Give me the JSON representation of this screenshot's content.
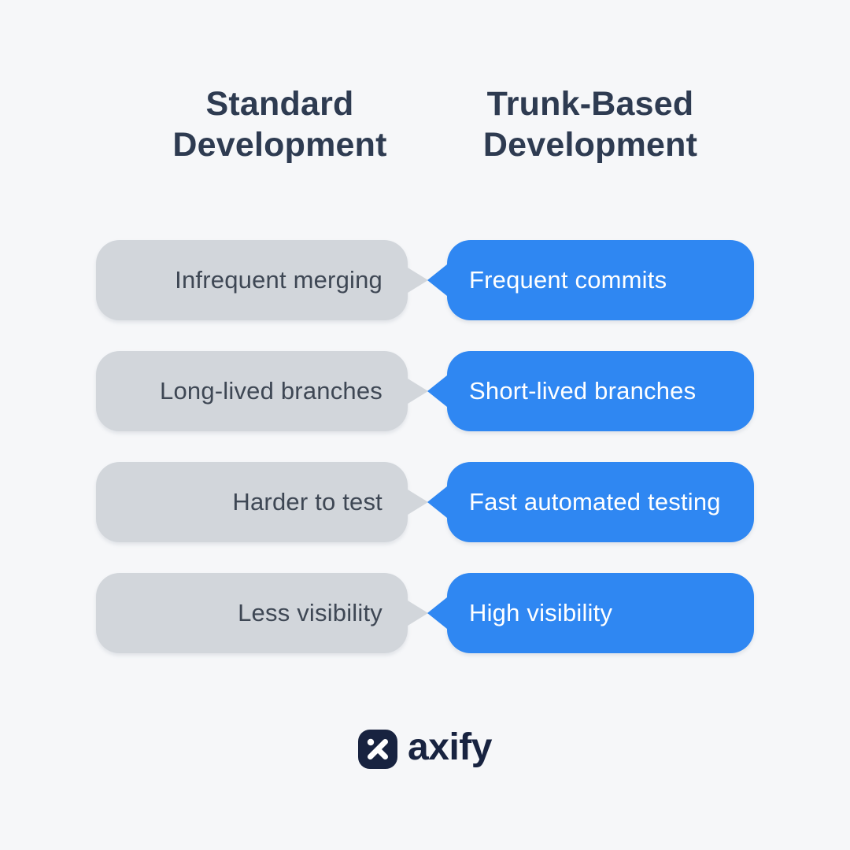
{
  "colors": {
    "bg": "#f6f7f9",
    "header_text": "#2e3b51",
    "gray_pill_bg": "#d2d6db",
    "gray_pill_text": "#3e4754",
    "blue_pill_bg": "#2f87f2",
    "blue_pill_text": "#ffffff",
    "logo_navy": "#182340"
  },
  "columns": {
    "left_header": "Standard Development",
    "right_header": "Trunk-Based Development"
  },
  "rows": [
    {
      "left": "Infrequent merging",
      "right": "Frequent commits"
    },
    {
      "left": "Long-lived branches",
      "right": "Short-lived branches"
    },
    {
      "left": "Harder to test",
      "right": "Fast automated testing"
    },
    {
      "left": "Less visibility",
      "right": "High visibility"
    }
  ],
  "logo": {
    "wordmark": "axify",
    "icon": "axify-x-mark-icon"
  }
}
